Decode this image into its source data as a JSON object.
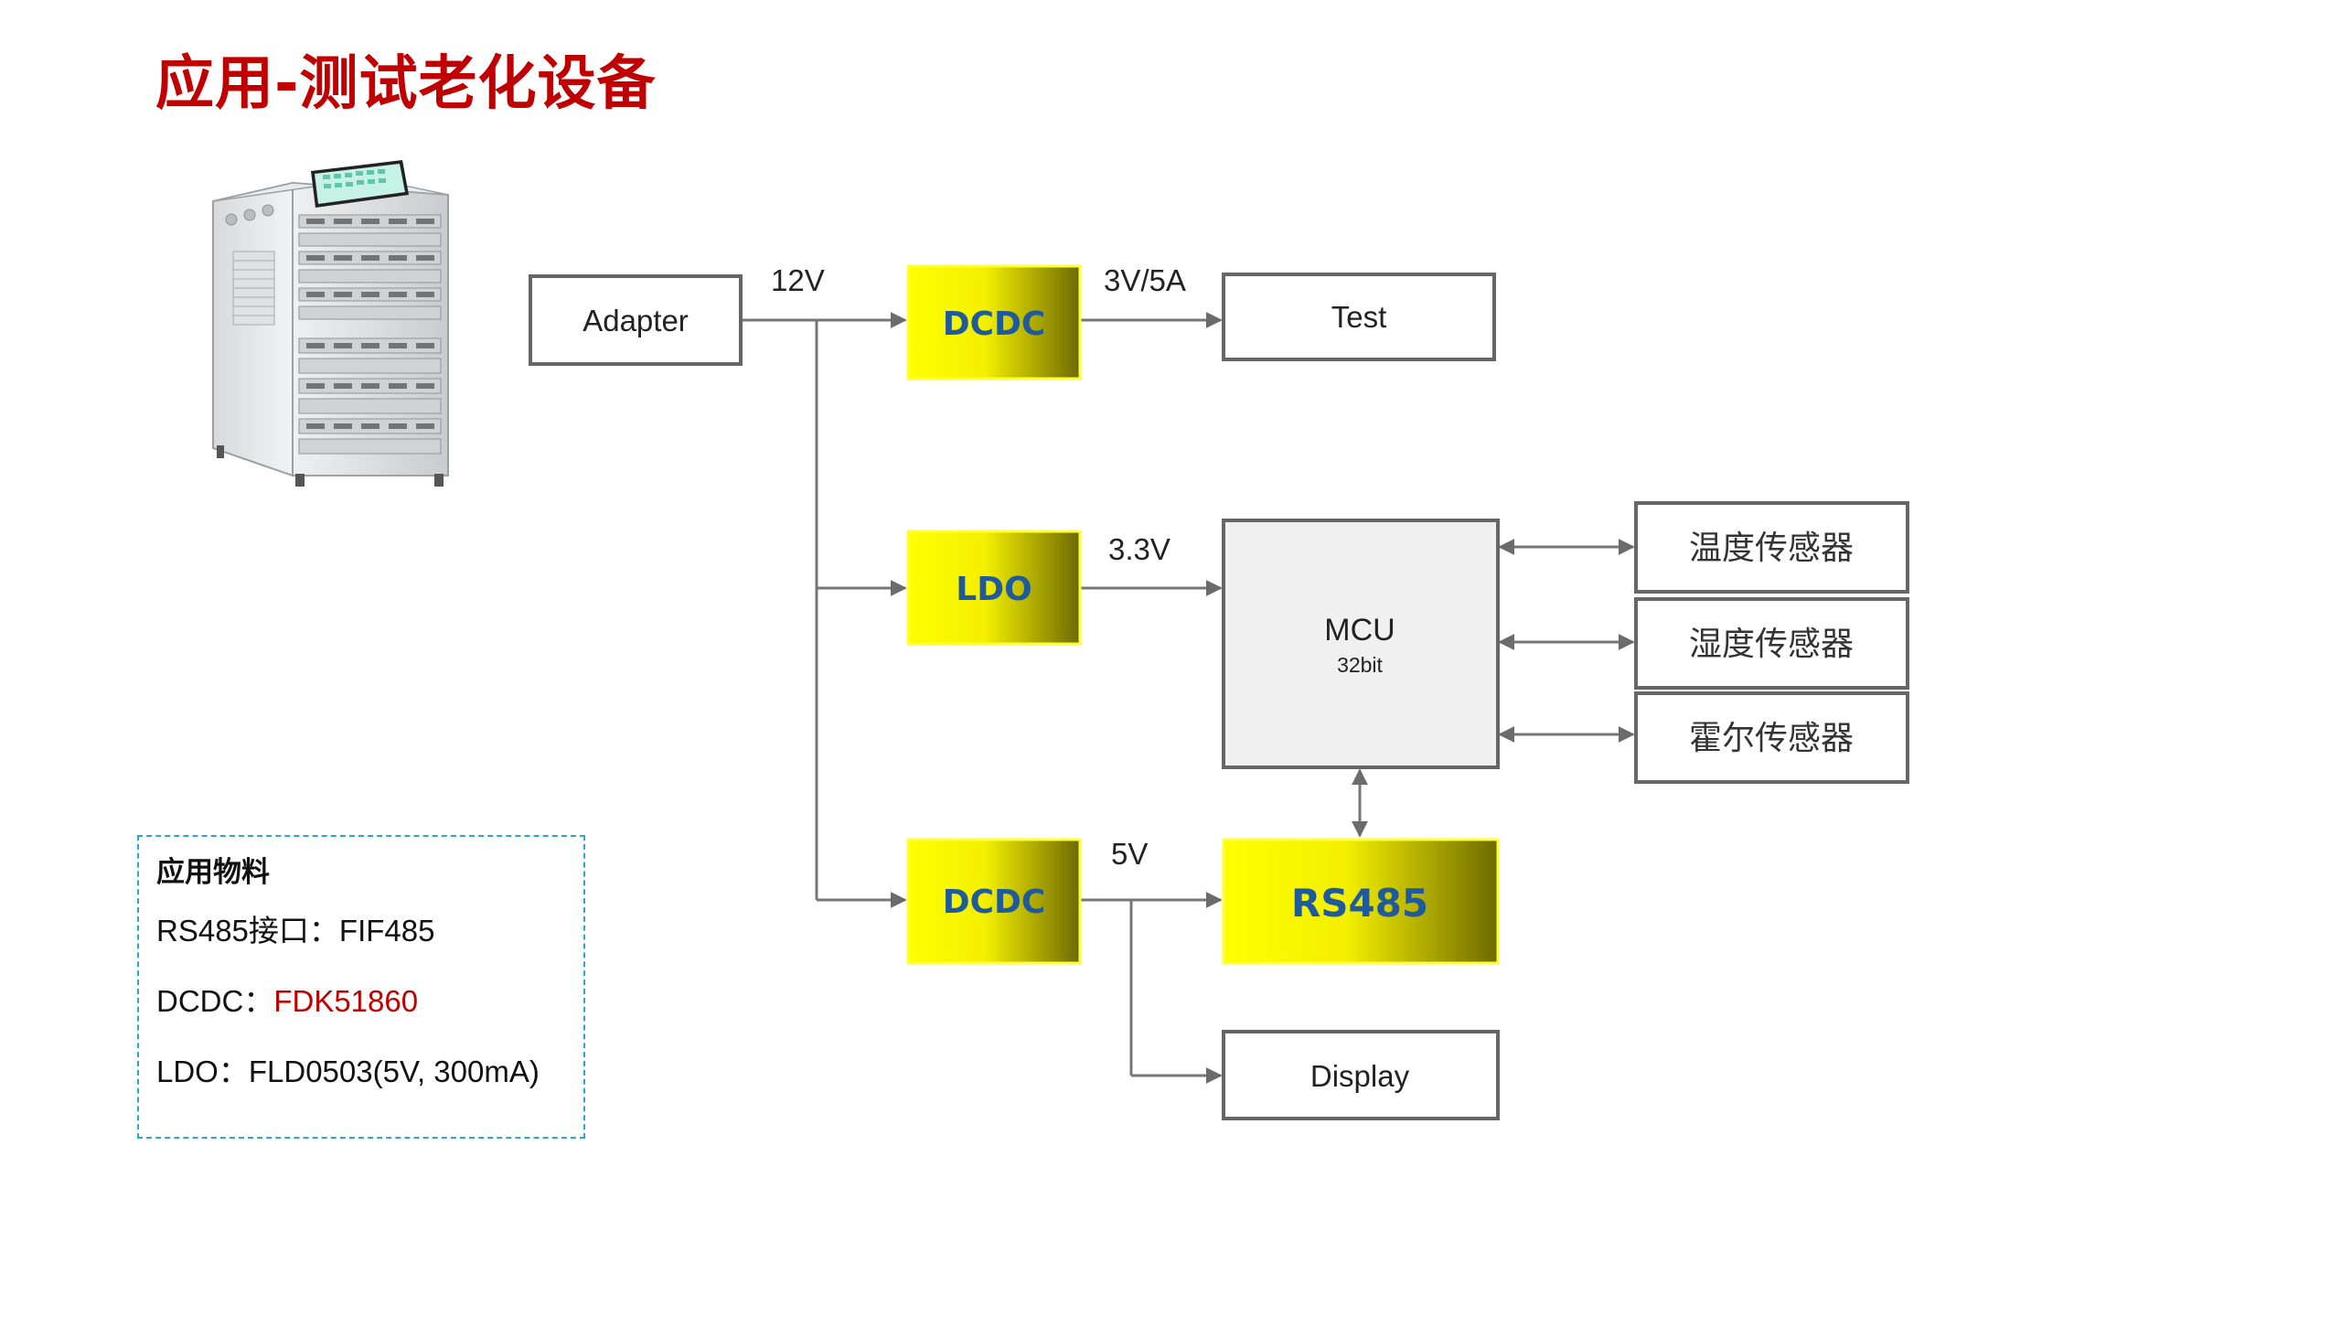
{
  "title": "应用-测试老化设备",
  "colors": {
    "title": "#c00000",
    "module_fill_start": "#ffff00",
    "module_fill_end": "#6e6a00",
    "module_text": "#1f5b9c",
    "box_border": "#555555",
    "mcu_fill": "#f0f0f0",
    "dashed_border": "#2aa8cc",
    "highlight": "#c00000"
  },
  "diagram": {
    "adapter": "Adapter",
    "dcdc_top": "DCDC",
    "ldo": "LDO",
    "dcdc_bottom": "DCDC",
    "test": "Test",
    "mcu_title": "MCU",
    "mcu_sub": "32bit",
    "rs485": "RS485",
    "display": "Display",
    "sensor_temp": "温度传感器",
    "sensor_humidity": "湿度传感器",
    "sensor_hall": "霍尔传感器",
    "label_12v": "12V",
    "label_3v5a": "3V/5A",
    "label_3v3": "3.3V",
    "label_5v": "5V"
  },
  "materials": {
    "title": "应用物料",
    "rs485_label": "RS485接口：",
    "rs485_value": "FIF485",
    "dcdc_label": "DCDC：",
    "dcdc_value": "FDK51860",
    "ldo_label": "LDO：",
    "ldo_value": "FLD0503(5V, 300mA)"
  },
  "icons": [
    "burn-in-test-cabinet-image",
    "arrow-head"
  ]
}
